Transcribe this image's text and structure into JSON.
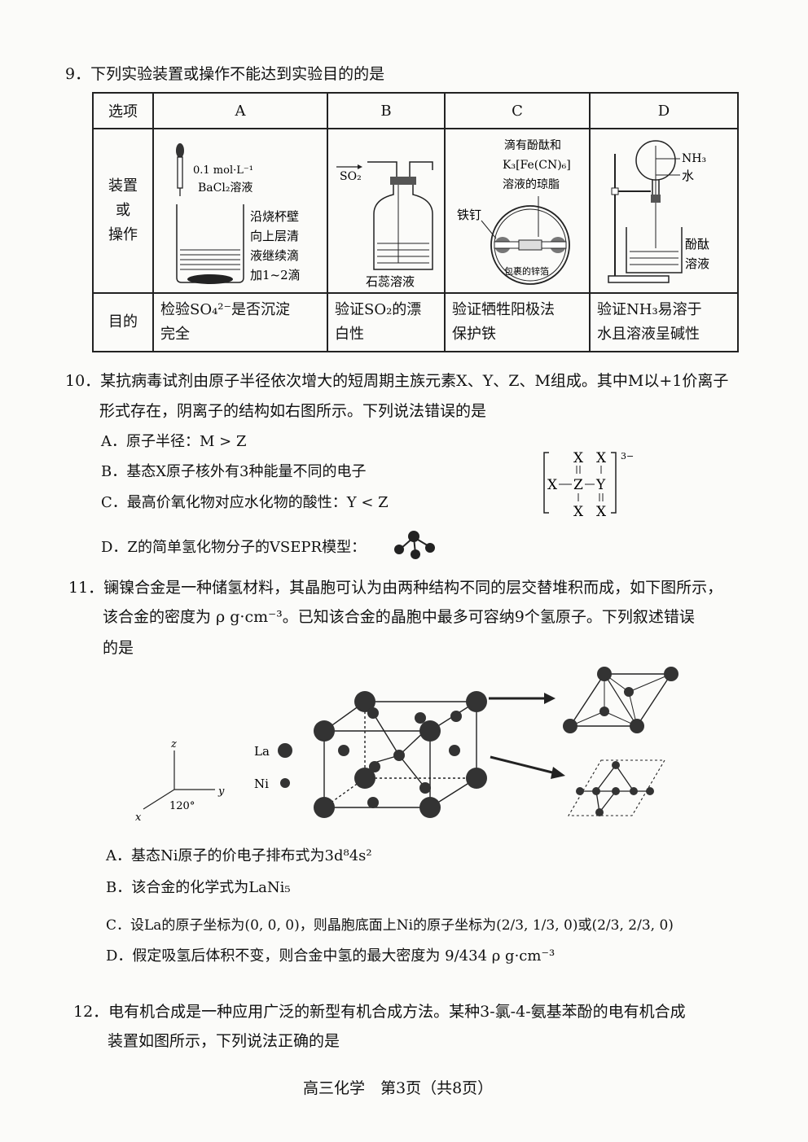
{
  "q9": {
    "stem": "9．下列实验装置或操作不能达到实验目的的是",
    "headers": [
      "选项",
      "A",
      "B",
      "C",
      "D"
    ],
    "row_apparatus_label": [
      "装置",
      "或",
      "操作"
    ],
    "row_purpose_label": "目的",
    "a_labels": [
      "0.1 mol·L⁻¹",
      "BaCl₂溶液",
      "沿烧杯壁",
      "向上层清",
      "液继续滴",
      "加1~2滴"
    ],
    "b_labels": [
      "SO₂",
      "石蕊溶液"
    ],
    "c_labels": [
      "滴有酚酞和",
      "K₃[Fe(CN)₆]",
      "溶液的琼脂",
      "铁钉",
      "包裹的锌箔"
    ],
    "d_labels": [
      "NH₃",
      "水",
      "酚酞",
      "溶液"
    ],
    "purpose_a": [
      "检验SO₄²⁻是否沉淀",
      "完全"
    ],
    "purpose_b": [
      "验证SO₂的漂",
      "白性"
    ],
    "purpose_c": [
      "验证牺牲阳极法",
      "保护铁"
    ],
    "purpose_d": [
      "验证NH₃易溶于",
      "水且溶液呈碱性"
    ]
  },
  "q10": {
    "stem_line1": "10．某抗病毒试剂由原子半径依次增大的短周期主族元素X、Y、Z、M组成。其中M以+1价离子",
    "stem_line2": "形式存在，阴离子的结构如右图所示。下列说法错误的是",
    "options": [
      "A．原子半径：M > Z",
      "B．基态X原子核外有3种能量不同的电子",
      "C．最高价氧化物对应水化物的酸性：Y < Z",
      "D．Z的简单氢化物分子的VSEPR模型："
    ],
    "struct_atoms": [
      "X",
      "X",
      "X",
      "Z",
      "Y",
      "X",
      "X"
    ],
    "struct_charge": "3−"
  },
  "q11": {
    "stem_line1": "11．镧镍合金是一种储氢材料，其晶胞可认为由两种结构不同的层交替堆积而成，如下图所示，",
    "stem_line2": "该合金的密度为 ρ g·cm⁻³。已知该合金的晶胞中最多可容纳9个氢原子。下列叙述错误",
    "stem_line3": "的是",
    "legend_la": "La",
    "legend_ni": "Ni",
    "axis_z": "z",
    "axis_y": "y",
    "axis_x": "x",
    "angle": "120°",
    "options": [
      "A．基态Ni原子的价电子排布式为3d⁸4s²",
      "B．该合金的化学式为LaNi₅",
      "C．设La的原子坐标为(0, 0, 0)，则晶胞底面上Ni的原子坐标为(2/3, 1/3, 0)或(2/3, 2/3, 0)",
      "D．假定吸氢后体积不变，则合金中氢的最大密度为 9/434 ρ g·cm⁻³"
    ]
  },
  "q12": {
    "stem_line1": "12．电有机合成是一种应用广泛的新型有机合成方法。某种3-氯-4-氨基苯酚的电有机合成",
    "stem_line2": "装置如图所示，下列说法正确的是"
  },
  "footer": "高三化学　第3页（共8页）"
}
